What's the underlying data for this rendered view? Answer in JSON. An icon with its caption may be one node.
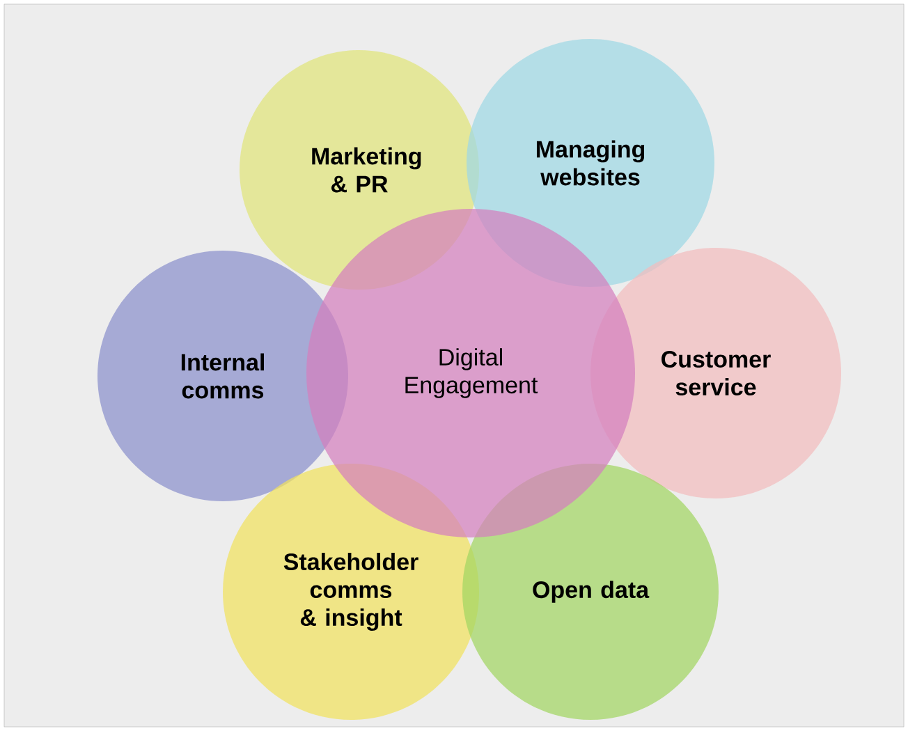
{
  "diagram": {
    "nodes": [
      {
        "text": [
          "Marketing & PR"
        ]
      },
      {
        "text": [
          "Managing websites"
        ]
      },
      {
        "text": [
          "Internal comms"
        ]
      },
      {
        "text": [
          "Digital Engagement"
        ]
      },
      {
        "text": [
          "Customer service"
        ]
      },
      {
        "text": [
          "Stakeholder comms & insight"
        ]
      },
      {
        "text": [
          "Open data"
        ]
      }
    ]
  }
}
